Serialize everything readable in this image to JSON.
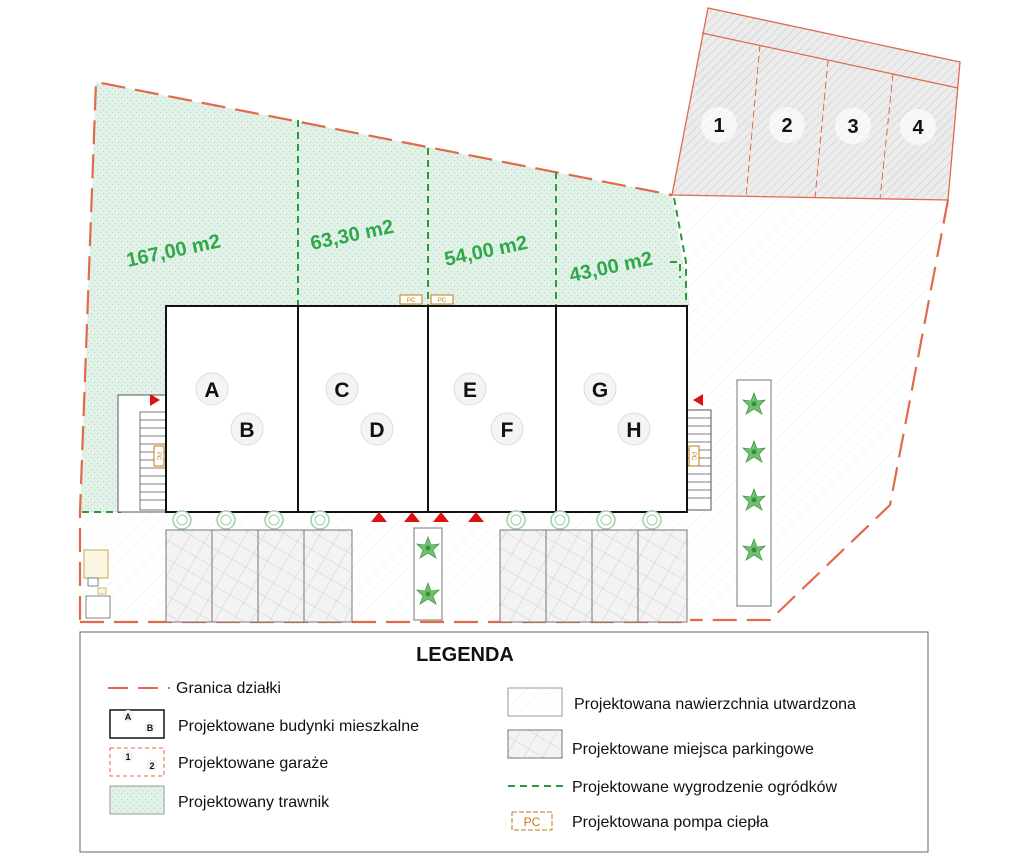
{
  "plot": {
    "lawn_areas": [
      "167,00 m2",
      "63,30 m2",
      "54,00 m2",
      "43,00 m2"
    ],
    "units": [
      "A",
      "B",
      "C",
      "D",
      "E",
      "F",
      "G",
      "H"
    ],
    "garages": [
      "1",
      "2",
      "3",
      "4"
    ],
    "heat_pump_label": "PC"
  },
  "legend": {
    "title": "LEGENDA",
    "items": {
      "plot_boundary": "Granica działki",
      "buildings": "Projektowane budynki mieszkalne",
      "garages": "Projektowane garaże",
      "lawn": "Projektowany trawnik",
      "hardened_surface": "Projektowana nawierzchnia utwardzona",
      "parking": "Projektowane miejsca parkingowe",
      "garden_fence": "Projektowane wygrodzenie ogródków",
      "heat_pump": "Projektowana pompa ciepła"
    },
    "sample_building_labels": [
      "A",
      "B"
    ],
    "sample_garage_labels": [
      "1",
      "2"
    ],
    "heat_pump_symbol": "PC"
  },
  "colors": {
    "boundary": "#e06a4a",
    "fence": "#2a9a3a",
    "area_text": "#2ea84a",
    "lawn_fill": "#dff0e6",
    "heat_pump": "#c07a10",
    "entrance_marker": "#e01010"
  }
}
